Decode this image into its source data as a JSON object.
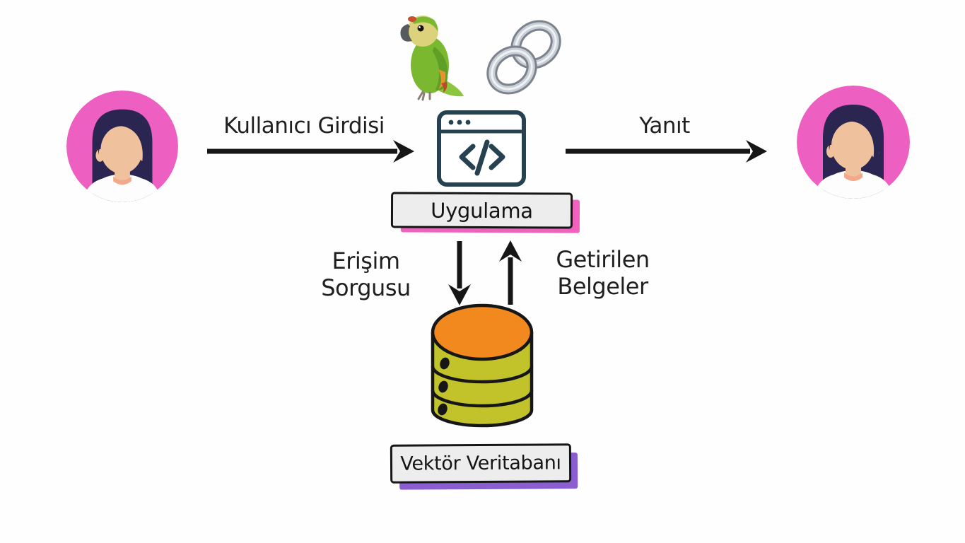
{
  "diagram": {
    "labels": {
      "user_input": "Kullanıcı Girdisi",
      "response": "Yanıt",
      "application": "Uygulama",
      "retrieval_query": "Erişim\nSorgusu",
      "retrieved_documents": "Getirilen\nBelgeler",
      "vector_database": "Vektör Veritabanı"
    },
    "nodes": [
      {
        "id": "user-left",
        "icon": "female-user-avatar-icon"
      },
      {
        "id": "application",
        "icon": "code-window-icon",
        "label_ref": "application",
        "decorator_icons": [
          "parrot-icon",
          "chain-link-icon"
        ]
      },
      {
        "id": "user-right",
        "icon": "female-user-avatar-icon"
      },
      {
        "id": "vector-database",
        "icon": "database-cylinder-icon",
        "label_ref": "vector_database"
      }
    ],
    "edges": [
      {
        "from": "user-left",
        "to": "application",
        "label_ref": "user_input",
        "direction": "right"
      },
      {
        "from": "application",
        "to": "user-right",
        "label_ref": "response",
        "direction": "right"
      },
      {
        "from": "application",
        "to": "vector-database",
        "label_ref": "retrieval_query",
        "direction": "down"
      },
      {
        "from": "vector-database",
        "to": "application",
        "label_ref": "retrieved_documents",
        "direction": "up"
      }
    ],
    "colors": {
      "background": "#fefefe",
      "text": "#1f1f1f",
      "arrow": "#161616",
      "avatar_circle_pink": "#ee5fc2",
      "avatar_hair_navy": "#2a2551",
      "avatar_skin": "#efc29d",
      "code_window_stroke": "#26414f",
      "label_box_fill": "#ededed",
      "label_box_border": "#161616",
      "application_box_shadow_pink": "#f062bd",
      "vector_db_box_shadow_purple": "#8a5ed1",
      "database_top_orange": "#f1891f",
      "database_body_olive": "#c2c32b",
      "parrot_green": "#7ab82f",
      "chain_silver": "#a9b0b8"
    }
  }
}
